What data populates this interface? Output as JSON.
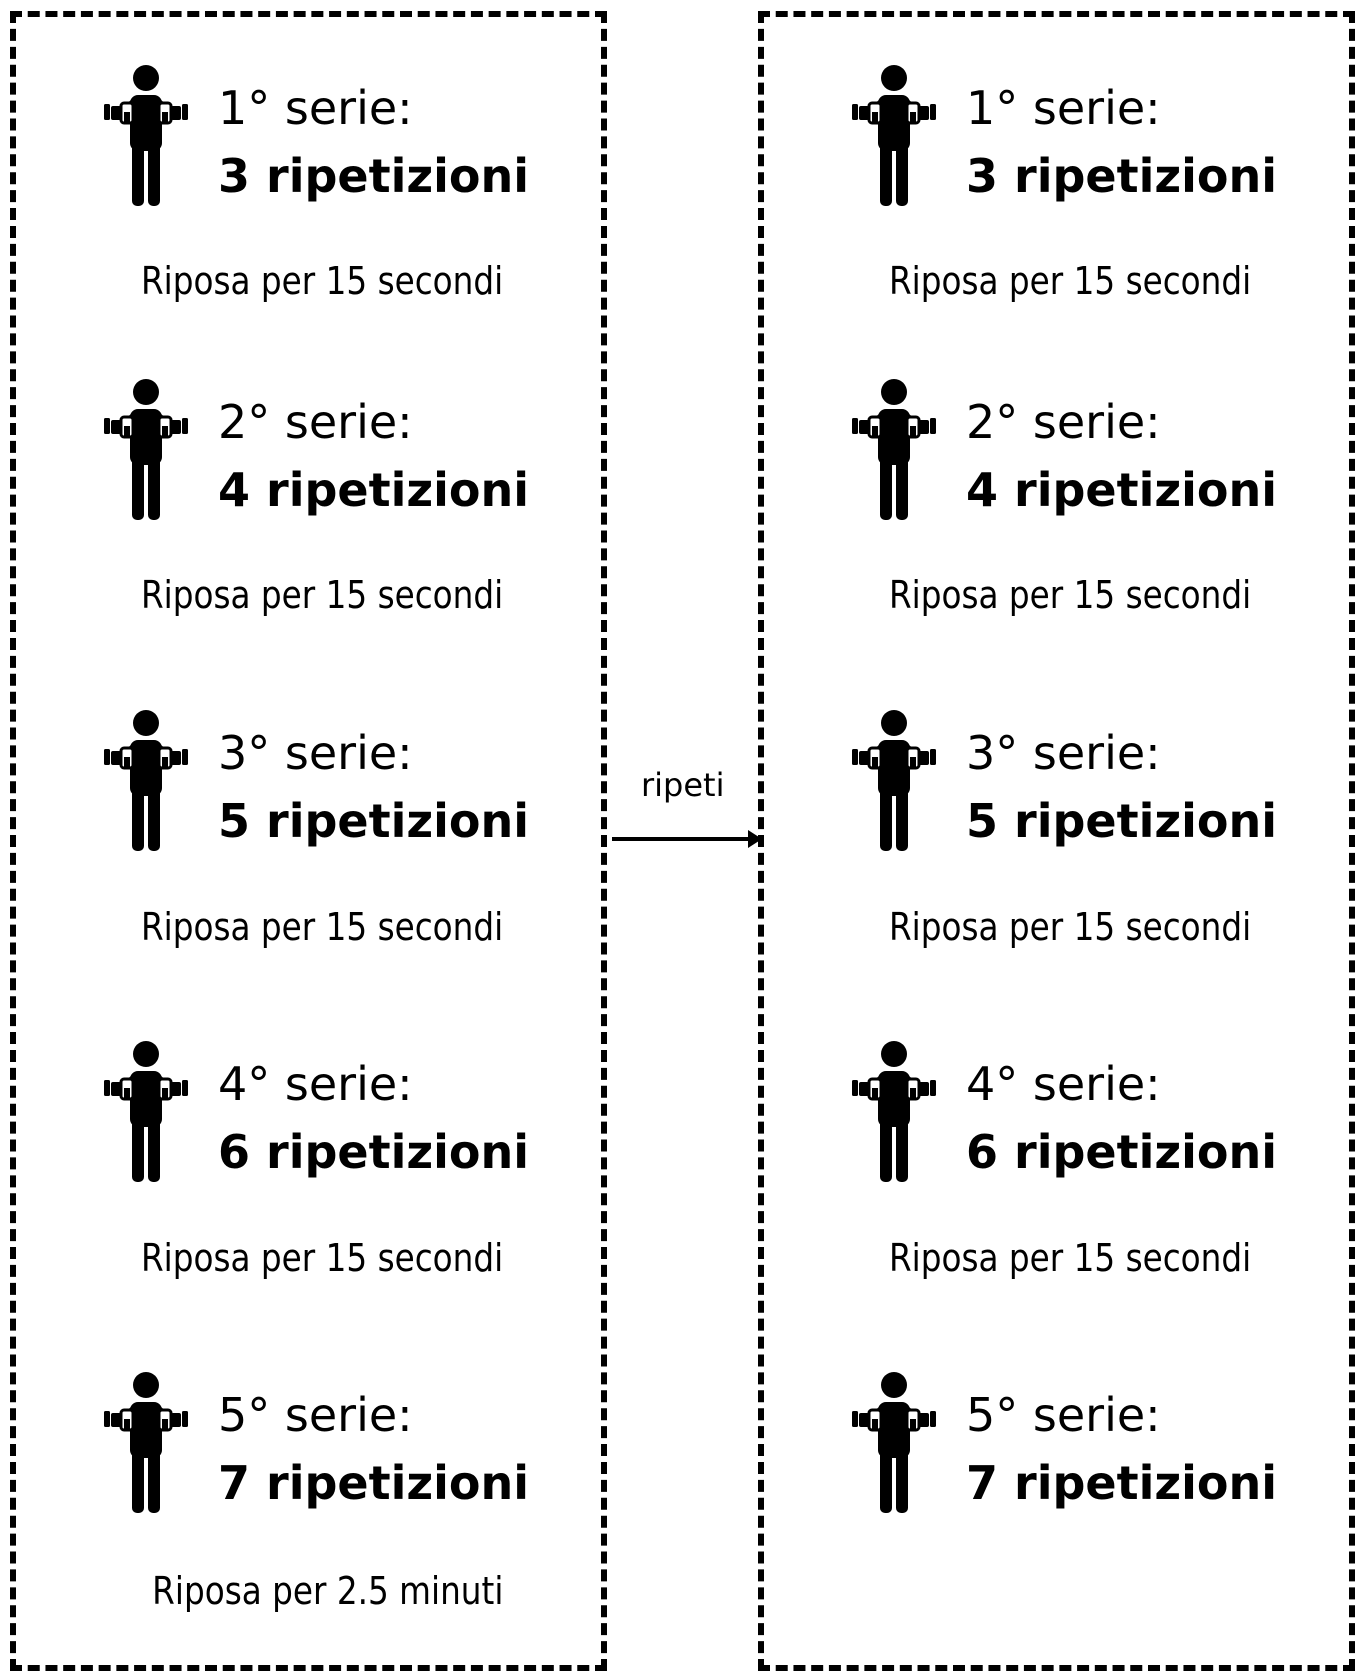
{
  "diagram": {
    "repeat_label": "ripeti",
    "left_panel": {
      "sets": [
        {
          "title": "1° serie:",
          "reps": "3 ripetizioni",
          "rest": "Riposa per 15 secondi"
        },
        {
          "title": "2° serie:",
          "reps": "4 ripetizioni",
          "rest": "Riposa per 15 secondi"
        },
        {
          "title": "3° serie:",
          "reps": "5 ripetizioni",
          "rest": "Riposa per 15 secondi"
        },
        {
          "title": "4° serie:",
          "reps": "6 ripetizioni",
          "rest": "Riposa per 15 secondi"
        },
        {
          "title": "5° serie:",
          "reps": "7 ripetizioni",
          "rest": "Riposa per 2.5 minuti"
        }
      ]
    },
    "right_panel": {
      "sets": [
        {
          "title": "1° serie:",
          "reps": "3 ripetizioni",
          "rest": "Riposa per 15 secondi"
        },
        {
          "title": "2° serie:",
          "reps": "4 ripetizioni",
          "rest": "Riposa per 15 secondi"
        },
        {
          "title": "3° serie:",
          "reps": "5 ripetizioni",
          "rest": "Riposa per 15 secondi"
        },
        {
          "title": "4° serie:",
          "reps": "6 ripetizioni",
          "rest": "Riposa per 15 secondi"
        },
        {
          "title": "5° serie:",
          "reps": "7 ripetizioni"
        }
      ]
    }
  },
  "icon": "dumbbell-curl-person-icon",
  "colors": {
    "ink": "#000000",
    "background": "#ffffff"
  }
}
